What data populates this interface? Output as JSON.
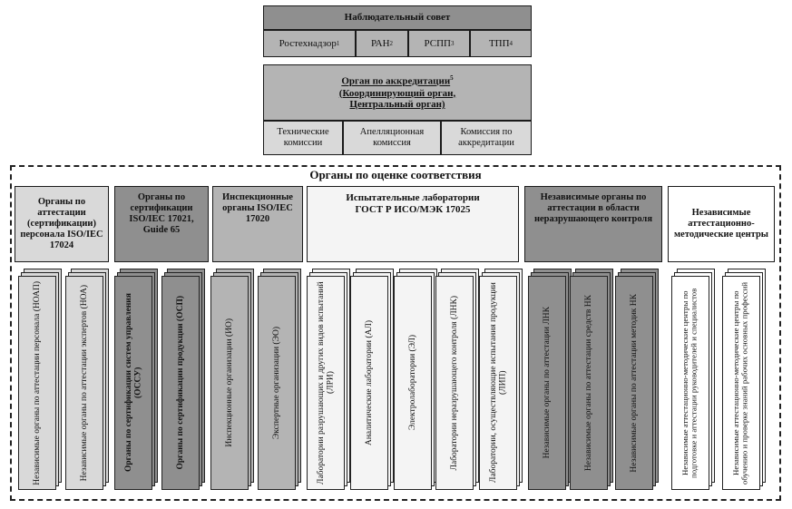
{
  "supervisory": {
    "title": "Наблюдательный совет",
    "members": [
      {
        "label": "Ростехнадзор",
        "sup": "1"
      },
      {
        "label": "РАН",
        "sup": "2"
      },
      {
        "label": "РСПП",
        "sup": "3"
      },
      {
        "label": "ТПП",
        "sup": "4"
      }
    ]
  },
  "accreditation": {
    "line1": "Орган по аккредитации",
    "sup": "5",
    "line2": "(Координирующий орган,",
    "line3": "Центральный орган)",
    "subunits": [
      "Технические комиссии",
      "Апелляционная комиссия",
      "Комиссия по аккредитации"
    ]
  },
  "conformity": {
    "title": "Органы по оценке соответствия",
    "categories": [
      "Органы по аттестации (сертификации) персонала ISO/IEC 17024",
      "Органы по сертификации ISO/IEC 17021, Guide 65",
      "Инспекционные органы ISO/IEC 17020",
      "Испытательные лаборатории ГОСТ Р ИСО/МЭК 17025",
      "Независимые органы по аттестации в области неразрушающего контроля",
      "Независимые аттестационно-методические центры"
    ],
    "units": [
      "Независимые органы по аттестации персонала (НОАП)",
      "Независимые органы по аттестации экспертов (НОА)",
      "Органы по сертификации систем управления (ОССУ)",
      "Органы по сертификации продукции (ОСП)",
      "Инспекционные организации (ИО)",
      "Экспертные организации (ЭО)",
      "Лаборатории разрушающих и других видов испытаний (ЛРИ)",
      "Аналитические лаборатории (АЛ)",
      "Электролаборатории (ЭЛ)",
      "Лаборатории неразрушающего контроля (ЛНК)",
      "Лаборатории, осуществляющие испытания продукции (ЛИП)",
      "Независимые органы по аттестации ЛНК",
      "Независимые органы по аттестации средств НК",
      "Независимые органы по аттестации методик НК",
      "Независимые аттестационно-методические центры по подготовке и аттестации руководителей и специалистов",
      "Независимые аттестационно-методические центры по обучению и проверке знаний рабочих основных профессий"
    ]
  }
}
